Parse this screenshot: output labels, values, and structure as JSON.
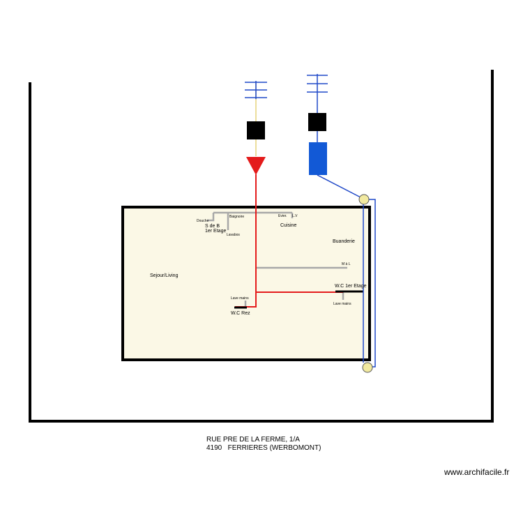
{
  "rooms": {
    "sejour": "Sejour/Living",
    "cuisine": "Cuisine",
    "buanderie": "Buanderie",
    "sdb_line1": "S de B",
    "sdb_line2": "1er Etage",
    "wc_rez": "W.C Rez",
    "wc_etage": "W.C 1er Etage"
  },
  "fixtures": {
    "douche": "Douche",
    "baignoire": "Baignoire",
    "lavabos": "Lavabos",
    "evier": "Evier.",
    "lv": "L.V",
    "mal": "M à L",
    "lave_mains_rez": "Lave mains",
    "lave_mains_etage": "Lave mains"
  },
  "address": {
    "line1": "RUE PRE DE LA FERME, 1/A",
    "line2": "4190   FERRIERES (WERBOMONT)"
  },
  "watermark": "www.archifacile.fr",
  "colors": {
    "house_fill": "#fbf8e6",
    "wall": "#000000",
    "red_line": "#e41b1b",
    "blue_line": "#1f48c8",
    "grey_line": "#a8a8a8",
    "triangle": "#e41b1b",
    "tank": "#1259d6",
    "circle": "#f1e9a0"
  }
}
